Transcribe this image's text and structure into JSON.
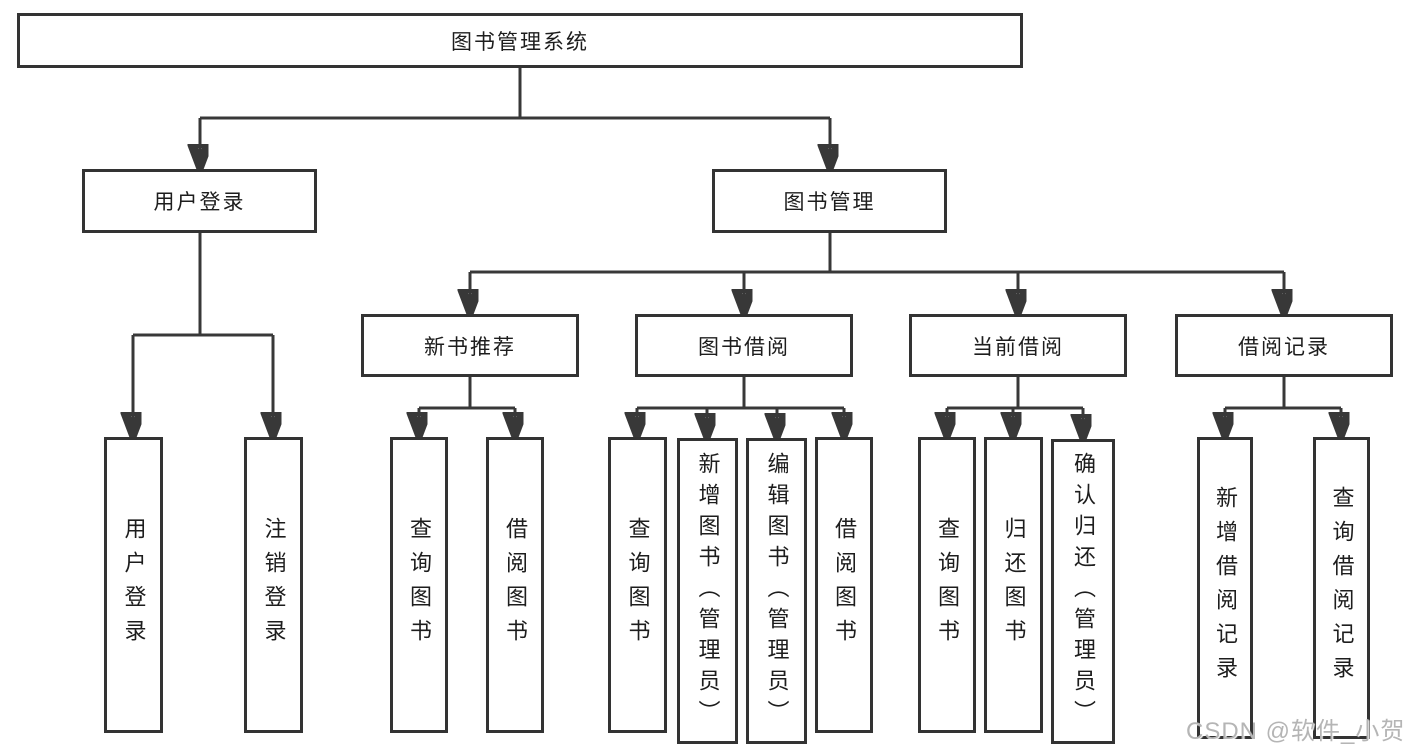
{
  "diagram": {
    "title": "图书管理系统",
    "root": {
      "label": "图书管理系统",
      "children": [
        {
          "label": "用户登录",
          "children": [
            {
              "label": "用户登录"
            },
            {
              "label": "注销登录"
            }
          ]
        },
        {
          "label": "图书管理",
          "children": [
            {
              "label": "新书推荐",
              "children": [
                {
                  "label": "查询图书"
                },
                {
                  "label": "借阅图书"
                }
              ]
            },
            {
              "label": "图书借阅",
              "children": [
                {
                  "label": "查询图书"
                },
                {
                  "label": "新增图书（管理员）"
                },
                {
                  "label": "编辑图书（管理员）"
                },
                {
                  "label": "借阅图书"
                }
              ]
            },
            {
              "label": "当前借阅",
              "children": [
                {
                  "label": "查询图书"
                },
                {
                  "label": "归还图书"
                },
                {
                  "label": "确认归还（管理员）"
                }
              ]
            },
            {
              "label": "借阅记录",
              "children": [
                {
                  "label": "新增借阅记录"
                },
                {
                  "label": "查询借阅记录"
                }
              ]
            }
          ]
        }
      ]
    }
  },
  "watermark": "CSDN @软件_小贺同学",
  "colors": {
    "line": "#383838",
    "box_border": "#333333",
    "text": "#1d1d1d",
    "background": "#ffffff",
    "watermark": "#b5b5b5"
  }
}
